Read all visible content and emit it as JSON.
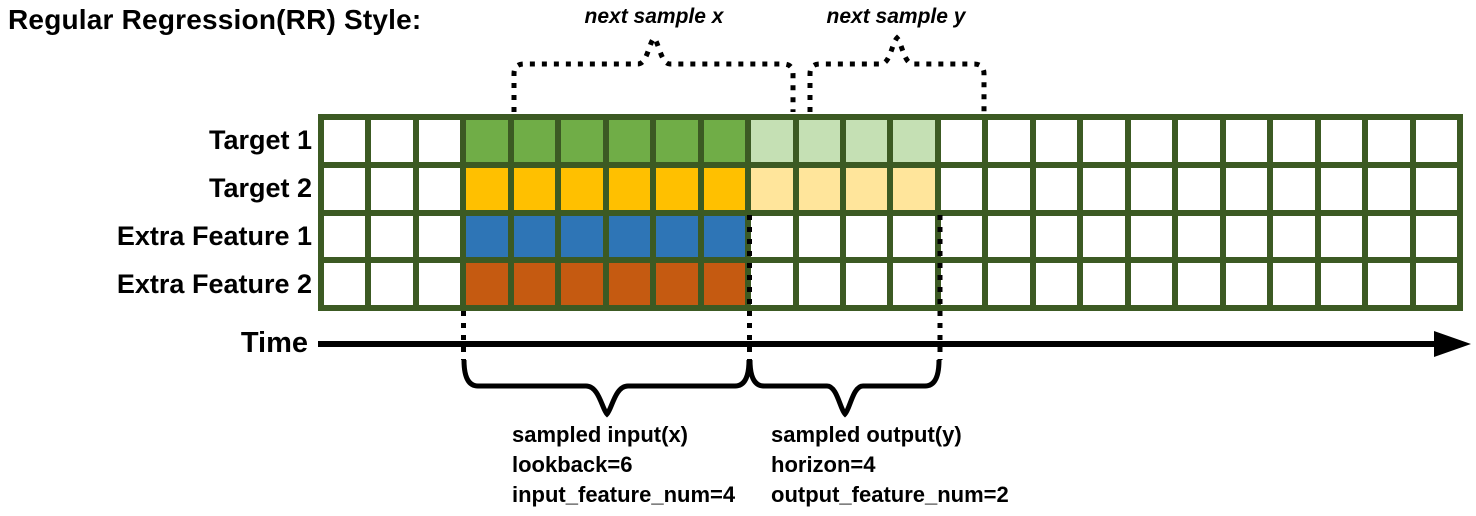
{
  "title": "Regular Regression(RR) Style:",
  "annotations": {
    "next_sample_x": "next sample x",
    "next_sample_y": "next sample y"
  },
  "grid": {
    "total_cols": 24,
    "lead_cols": 3,
    "input_cols": 6,
    "output_cols": 4,
    "cell_default_color": "#ffffff",
    "rows": [
      {
        "label": "Target 1",
        "input_color": "#70AD47",
        "output_color": "#C5E0B4"
      },
      {
        "label": "Target 2",
        "input_color": "#FFC000",
        "output_color": "#FFE59B"
      },
      {
        "label": "Extra Feature 1",
        "input_color": "#2E75B6",
        "output_color": "#ffffff"
      },
      {
        "label": "Extra Feature 2",
        "input_color": "#C55A11",
        "output_color": "#ffffff"
      }
    ]
  },
  "time_axis": {
    "label": "Time"
  },
  "bottom_annotations": {
    "input": {
      "lines": [
        "sampled input(x)",
        "lookback=6",
        "input_feature_num=4"
      ]
    },
    "output": {
      "lines": [
        "sampled output(y)",
        "horizon=4",
        "output_feature_num=2"
      ]
    }
  },
  "colors": {
    "grid_line": "#3C5A23",
    "ink": "#000000",
    "input_target1": "#70AD47",
    "output_target1": "#C5E0B4",
    "input_target2": "#FFC000",
    "output_target2": "#FFE59B",
    "input_extra1": "#2E75B6",
    "input_extra2": "#C55A11"
  }
}
